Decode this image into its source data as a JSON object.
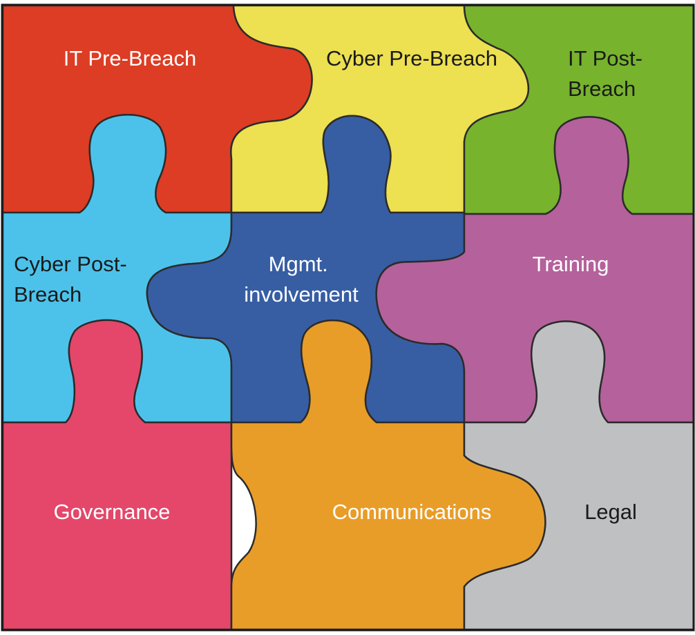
{
  "pieces": [
    {
      "id": "it-pre-breach",
      "lines": [
        "IT Pre-Breach"
      ],
      "color": "#DC3D24",
      "text_color": "#FFFFFF"
    },
    {
      "id": "cyber-pre-breach",
      "lines": [
        "Cyber Pre-Breach"
      ],
      "color": "#EDE051",
      "text_color": "#1A1A1A"
    },
    {
      "id": "it-post-breach",
      "lines": [
        "IT Post-",
        "Breach"
      ],
      "color": "#77B32D",
      "text_color": "#1A1A1A"
    },
    {
      "id": "cyber-post-breach",
      "lines": [
        "Cyber Post-",
        "Breach"
      ],
      "color": "#4CC2EA",
      "text_color": "#1A1A1A"
    },
    {
      "id": "mgmt-involvement",
      "lines": [
        "Mgmt.",
        "involvement"
      ],
      "color": "#375EA3",
      "text_color": "#FFFFFF"
    },
    {
      "id": "training",
      "lines": [
        "Training"
      ],
      "color": "#B5619C",
      "text_color": "#FFFFFF"
    },
    {
      "id": "governance",
      "lines": [
        "Governance"
      ],
      "color": "#E4476A",
      "text_color": "#FFFFFF"
    },
    {
      "id": "communications",
      "lines": [
        "Communications"
      ],
      "color": "#E89D29",
      "text_color": "#FFFFFF"
    },
    {
      "id": "legal",
      "lines": [
        "Legal"
      ],
      "color": "#BFC0C2",
      "text_color": "#1A1A1A"
    }
  ]
}
